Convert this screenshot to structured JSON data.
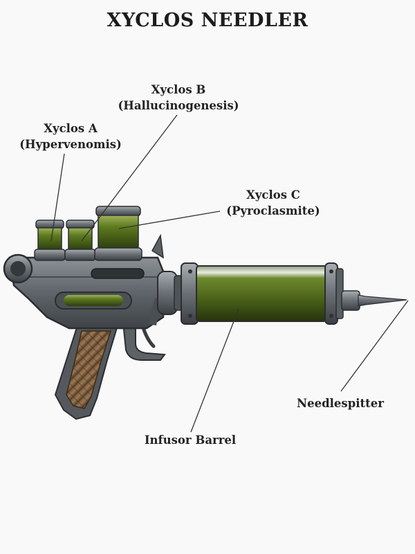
{
  "title": "XYCLOS NEEDLER",
  "labels": {
    "xyclos_a": {
      "name": "Xyclos A",
      "sub": "(Hypervenomis)"
    },
    "xyclos_b": {
      "name": "Xyclos B",
      "sub": "(Hallucinogenesis)"
    },
    "xyclos_c": {
      "name": "Xyclos C",
      "sub": "(Pyroclasmite)"
    },
    "infusor_barrel": "Infusor Barrel",
    "needlespitter": "Needlespitter"
  },
  "colors": {
    "background": "#f9f9f9",
    "metal": "#6e7378",
    "metal_dark": "#3a3d40",
    "fluid_green": "#5b7a1e",
    "grip_brown": "#8a6a4a"
  }
}
